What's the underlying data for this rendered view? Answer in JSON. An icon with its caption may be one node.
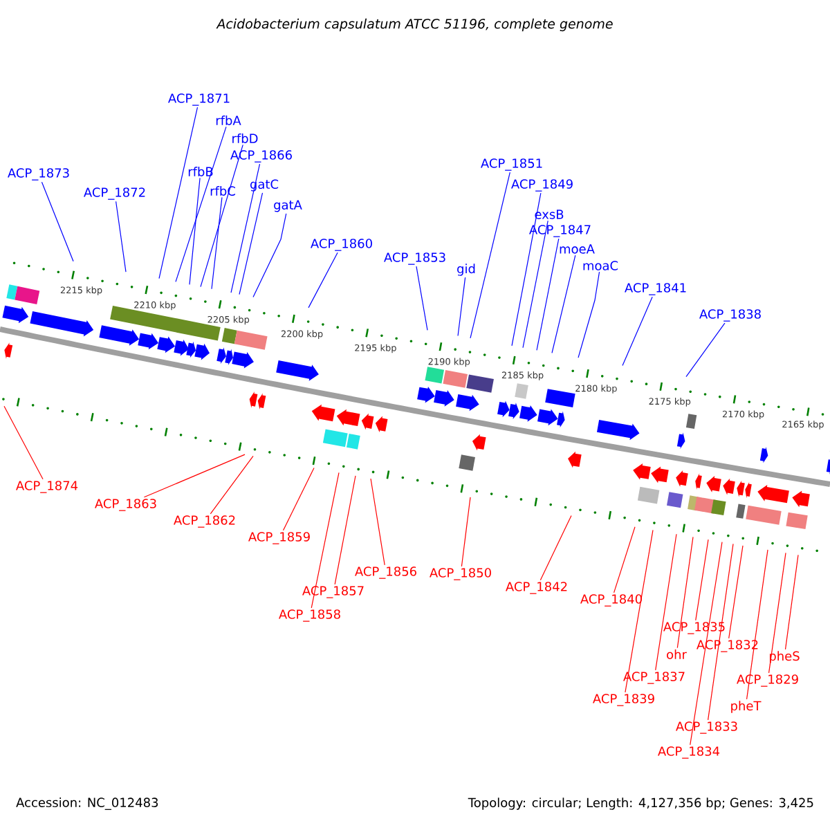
{
  "diagram": {
    "title": "Acidobacterium capsulatum ATCC 51196, complete genome",
    "nodes": [
      {
        "text": [
          "ACP_1871"
        ]
      },
      {
        "text": [
          "rfbA"
        ]
      },
      {
        "text": [
          "rfbD"
        ]
      },
      {
        "text": [
          "ACP_1866"
        ]
      },
      {
        "text": [
          "ACP_1851"
        ]
      },
      {
        "text": [
          "rfbB"
        ]
      },
      {
        "text": [
          "ACP_1873"
        ]
      },
      {
        "text": [
          "ACP_1849"
        ]
      },
      {
        "text": [
          "gatC"
        ]
      },
      {
        "text": [
          "rfbC"
        ]
      },
      {
        "text": [
          "ACP_1872"
        ]
      },
      {
        "text": [
          "gatA"
        ]
      },
      {
        "text": [
          "exsB"
        ]
      },
      {
        "text": [
          "ACP_1847"
        ]
      },
      {
        "text": [
          "ACP_1860"
        ]
      },
      {
        "text": [
          "moeA"
        ]
      },
      {
        "text": [
          "ACP_1853"
        ]
      },
      {
        "text": [
          "moaC"
        ]
      },
      {
        "text": [
          "gid"
        ]
      },
      {
        "text": [
          "ACP_1841"
        ]
      },
      {
        "text": [
          "ACP_1838"
        ]
      },
      {
        "text": [
          "ACP_1874"
        ]
      },
      {
        "text": [
          "ACP_1863"
        ]
      },
      {
        "text": [
          "ACP_1862"
        ]
      },
      {
        "text": [
          "ACP_1859"
        ]
      },
      {
        "text": [
          "ACP_1856"
        ]
      },
      {
        "text": [
          "ACP_1850"
        ]
      },
      {
        "text": [
          "ACP_1842"
        ]
      },
      {
        "text": [
          "ACP_1857"
        ]
      },
      {
        "text": [
          "ACP_1840"
        ]
      },
      {
        "text": [
          "ACP_1858"
        ]
      },
      {
        "text": [
          "ACP_1835"
        ]
      },
      {
        "text": [
          "ACP_1832"
        ]
      },
      {
        "text": [
          "ohr"
        ]
      },
      {
        "text": [
          "pheS"
        ]
      },
      {
        "text": [
          "ACP_1837"
        ]
      },
      {
        "text": [
          "ACP_1829"
        ]
      },
      {
        "text": [
          "ACP_1839"
        ]
      },
      {
        "text": [
          "pheT"
        ]
      },
      {
        "text": [
          "ACP_1833"
        ]
      },
      {
        "text": [
          "ACP_1834"
        ]
      }
    ],
    "edges": [
      {
        "from": 0,
        "to": null,
        "arrow": "none"
      },
      {
        "from": 1,
        "to": null,
        "arrow": "none"
      },
      {
        "from": 2,
        "to": null,
        "arrow": "none"
      },
      {
        "from": 3,
        "to": null,
        "arrow": "none"
      },
      {
        "from": 4,
        "to": null,
        "arrow": "none"
      },
      {
        "from": 5,
        "to": null,
        "arrow": "none"
      },
      {
        "from": 6,
        "to": null,
        "arrow": "none"
      },
      {
        "from": 7,
        "to": null,
        "arrow": "none"
      },
      {
        "from": 8,
        "to": null,
        "arrow": "none"
      },
      {
        "from": 9,
        "to": null,
        "arrow": "none"
      },
      {
        "from": 10,
        "to": null,
        "arrow": "none"
      },
      {
        "from": 11,
        "to": null,
        "arrow": "none"
      },
      {
        "from": 12,
        "to": null,
        "arrow": "none"
      },
      {
        "from": 13,
        "to": null,
        "arrow": "none"
      },
      {
        "from": 14,
        "to": null,
        "arrow": "none"
      },
      {
        "from": 15,
        "to": null,
        "arrow": "none"
      },
      {
        "from": 16,
        "to": null,
        "arrow": "none"
      },
      {
        "from": 17,
        "to": null,
        "arrow": "none"
      },
      {
        "from": 18,
        "to": null,
        "arrow": "none"
      },
      {
        "from": 19,
        "to": null,
        "arrow": "none"
      },
      {
        "from": 20,
        "to": null,
        "arrow": "none"
      },
      {
        "from": 21,
        "to": null,
        "arrow": "none",
        "color": "#ff0000"
      },
      {
        "from": 22,
        "to": null,
        "arrow": "none",
        "color": "#ff0000"
      },
      {
        "from": 23,
        "to": null,
        "arrow": "none",
        "color": "#ff0000"
      },
      {
        "from": 24,
        "to": null,
        "arrow": "none",
        "color": "#ff0000"
      },
      {
        "from": 25,
        "to": null,
        "arrow": "none",
        "color": "#ff0000"
      },
      {
        "from": 26,
        "to": null,
        "arrow": "none",
        "color": "#ff0000"
      },
      {
        "from": 27,
        "to": null,
        "arrow": "none",
        "color": "#ff0000"
      },
      {
        "from": 28,
        "to": null,
        "arrow": "none",
        "color": "#ff0000"
      },
      {
        "from": 29,
        "to": null,
        "arrow": "none",
        "color": "#ff0000"
      },
      {
        "from": 30,
        "to": null,
        "arrow": "none",
        "color": "#ff0000"
      },
      {
        "from": 31,
        "to": null,
        "arrow": "none",
        "color": "#ff0000"
      },
      {
        "from": 32,
        "to": null,
        "arrow": "none",
        "color": "#ff0000"
      },
      {
        "from": 33,
        "to": null,
        "arrow": "none",
        "color": "#ff0000"
      },
      {
        "from": 34,
        "to": null,
        "arrow": "none",
        "color": "#ff0000"
      },
      {
        "from": 35,
        "to": null,
        "arrow": "none",
        "color": "#ff0000"
      },
      {
        "from": 36,
        "to": null,
        "arrow": "none",
        "color": "#ff0000"
      },
      {
        "from": 37,
        "to": null,
        "arrow": "none",
        "color": "#ff0000"
      },
      {
        "from": 38,
        "to": null,
        "arrow": "none",
        "color": "#ff0000"
      },
      {
        "from": 39,
        "to": null,
        "arrow": "none",
        "color": "#ff0000"
      },
      {
        "from": 40,
        "to": null,
        "arrow": "none",
        "color": "#ff0000"
      }
    ],
    "labels": [
      "2215 kbp",
      "2210 kbp",
      "2205 kbp",
      "2200 kbp",
      "2195 kbp",
      "2190 kbp",
      "2185 kbp",
      "2180 kbp",
      "2175 kbp",
      "2170 kbp",
      "2165 kbp",
      "Accession: NC_012483",
      "Topology: circular; Length: 4,127,356 bp; Genes: 3,425"
    ]
  }
}
